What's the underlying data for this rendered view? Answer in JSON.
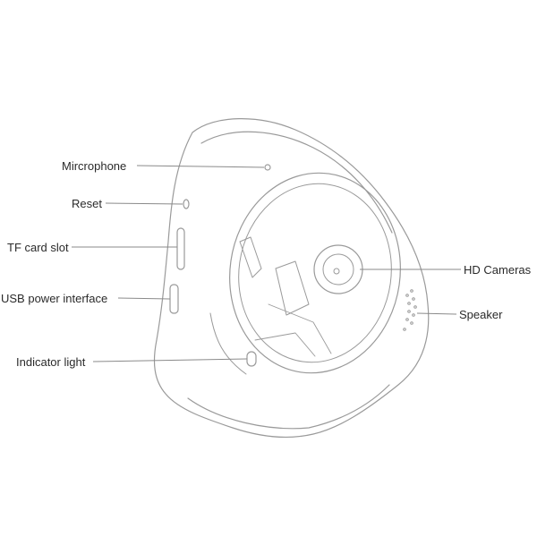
{
  "labels": {
    "microphone": "Mircrophone",
    "reset": "Reset",
    "tf_card_slot": "TF card slot",
    "usb_power_interface": "USB power interface",
    "indicator_light": "Indicator light",
    "hd_cameras": "HD Cameras",
    "speaker": "Speaker"
  },
  "colors": {
    "outline": "#9a9a9a",
    "leader_line": "#8a8a8a",
    "text": "#2a2a2a",
    "background": "#ffffff"
  }
}
